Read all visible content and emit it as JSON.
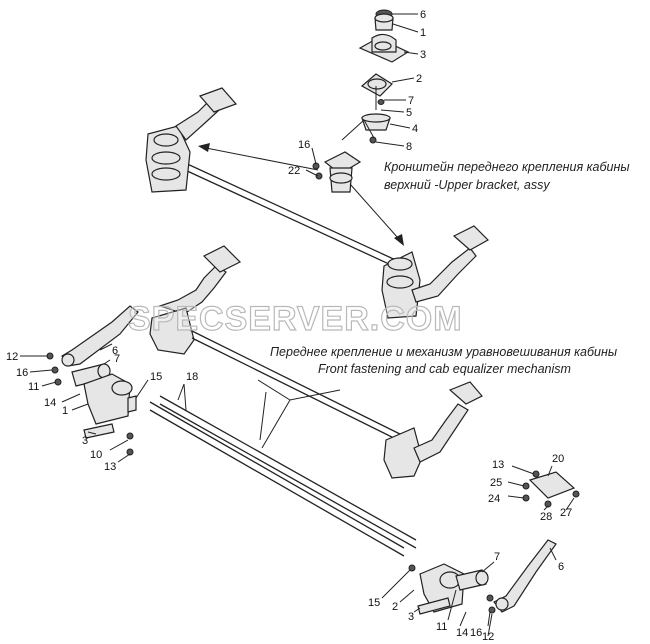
{
  "captions": {
    "upper_bracket_ru": "Кронштейн переднего крепления кабины",
    "upper_bracket_en": "верхний  -Upper bracket, assy",
    "front_fastening_ru": "Переднее крепление и механизм уравновешивания кабины",
    "front_fastening_en": "Front fastening and cab equalizer mechanism"
  },
  "watermark": "SPECSERVER.COM",
  "callouts": {
    "top": [
      "6",
      "1",
      "3",
      "2",
      "7",
      "5",
      "4",
      "8",
      "16",
      "22"
    ],
    "left": [
      "12",
      "16",
      "11",
      "6",
      "7",
      "14",
      "1",
      "15",
      "3",
      "10",
      "13",
      "18"
    ],
    "right": [
      "13",
      "20",
      "25",
      "24",
      "28",
      "27"
    ],
    "bottom": [
      "7",
      "6",
      "15",
      "2",
      "3",
      "11",
      "14",
      "16",
      "12"
    ]
  }
}
